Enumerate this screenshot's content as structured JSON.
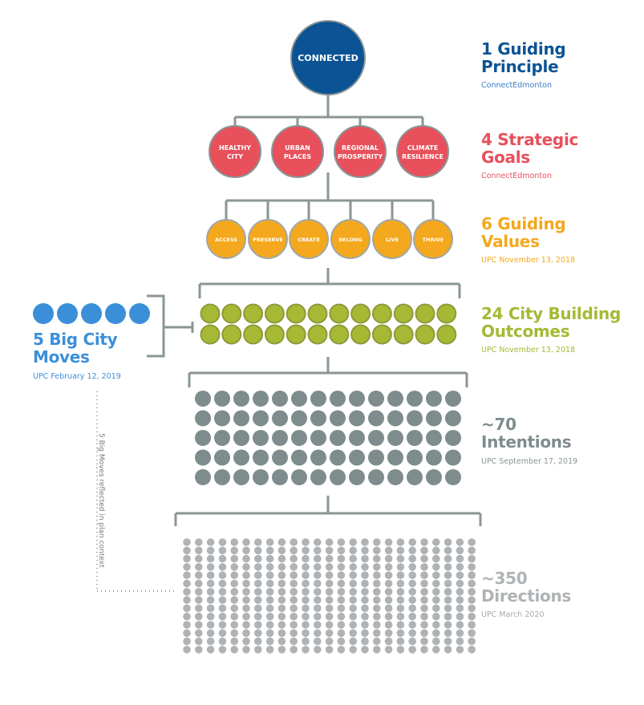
{
  "principle": {
    "count_title": "1 Guiding",
    "count_title2": "Principle",
    "source": "ConnectEdmonton",
    "circle": "CONNECTED",
    "color": "#0b5394"
  },
  "goals": {
    "title1": "4 Strategic",
    "title2": "Goals",
    "source": "ConnectEdmonton",
    "color": "#e8505b",
    "items": [
      [
        "HEALTHY",
        "CITY"
      ],
      [
        "URBAN",
        "PLACES"
      ],
      [
        "REGIONAL",
        "PROSPERITY"
      ],
      [
        "CLIMATE",
        "RESILIENCE"
      ]
    ]
  },
  "values": {
    "title1": "6 Guiding",
    "title2": "Values",
    "source": "UPC November 13, 2018",
    "color": "#f4a81d",
    "items": [
      "ACCESS",
      "PRESERVE",
      "CREATE",
      "BELONG",
      "LIVE",
      "THRIVE"
    ]
  },
  "outcomes": {
    "title1": "24 City Building",
    "title2": "Outcomes",
    "source": "UPC November 13, 2018",
    "color": "#a5b935",
    "count": 24
  },
  "intentions": {
    "title1": "~70",
    "title2": "Intentions",
    "source": "UPC September 17, 2019",
    "color": "#7f8c8d",
    "count": 70
  },
  "directions": {
    "title1": "~350",
    "title2": "Directions",
    "source": "UPC March 2020",
    "color": "#b0b3b5",
    "count": 350
  },
  "moves": {
    "title1": "5 Big City",
    "title2": "Moves",
    "source": "UPC February 12, 2019",
    "color": "#3b8fd9",
    "count": 5,
    "note": "5 Big Moves reflected in plan context"
  }
}
